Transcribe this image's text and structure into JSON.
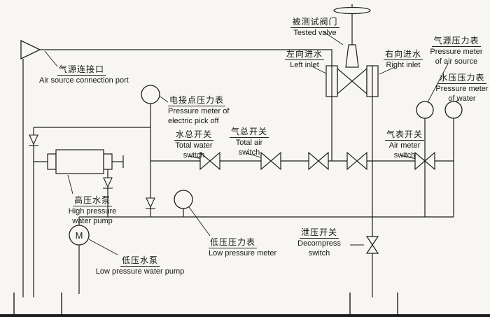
{
  "diagram": {
    "line_color": "#1c1c1c",
    "background": "#f7f6f2"
  },
  "labels": {
    "air_source_port": {
      "zh": "气源连接口",
      "en": "Air source connection port"
    },
    "tested_valve": {
      "zh": "被测试阀门",
      "en": "Tested valve"
    },
    "left_inlet": {
      "zh": "左向进水",
      "en": "Left inlet"
    },
    "right_inlet": {
      "zh": "右向进水",
      "en": "Right inlet"
    },
    "air_source_meter": {
      "zh": "气源压力表",
      "en": "Pressure meter\nof air source"
    },
    "water_meter": {
      "zh": "水压压力表",
      "en": "Pressure meter\nof water"
    },
    "electric_meter": {
      "zh": "电接点压力表",
      "en": "Pressure meter of\nelectric pick off"
    },
    "total_water_switch": {
      "zh": "水总开关",
      "en": "Total water\nswitch"
    },
    "total_air_switch": {
      "zh": "气总开关",
      "en": "Total air\nswitch"
    },
    "air_meter_switch": {
      "zh": "气表开关",
      "en": "Air meter\nswitch"
    },
    "hp_pump": {
      "zh": "高压水泵",
      "en": "High pressure\nwater pump"
    },
    "lp_meter": {
      "zh": "低压压力表",
      "en": "Low pressure meter"
    },
    "lp_pump": {
      "zh": "低压水泵",
      "en": "Low pressure water pump"
    },
    "decompress": {
      "zh": "泄压开关",
      "en": "Decompress\nswitch"
    },
    "motor_letter": "M"
  }
}
